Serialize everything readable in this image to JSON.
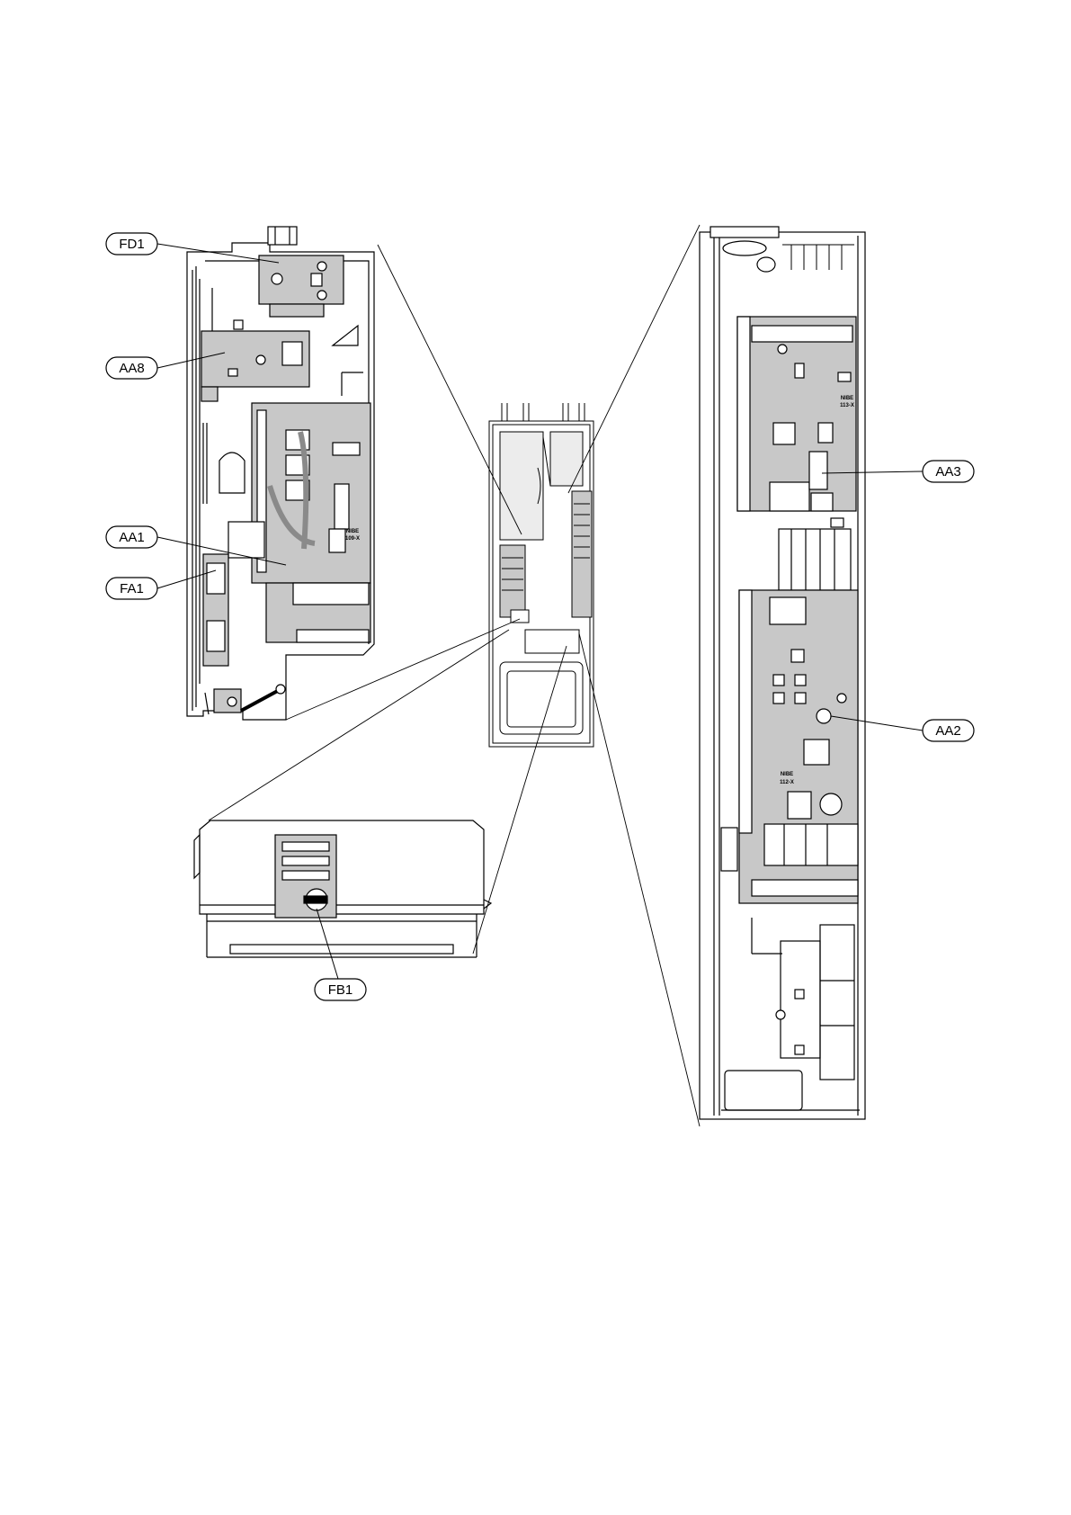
{
  "callouts": {
    "fd1": "FD1",
    "aa8": "AA8",
    "aa1": "AA1",
    "fa1": "FA1",
    "fb1": "FB1",
    "aa3": "AA3",
    "aa2": "AA2"
  },
  "board_labels": {
    "aa1_brand": "NIBE",
    "aa1_model": "109-X",
    "aa3_brand": "NIBE",
    "aa3_model": "113-X",
    "aa2_brand": "NIBE",
    "aa2_model": "112-X"
  },
  "colors": {
    "board": "#c8c8c8",
    "line": "#000000",
    "background": "#ffffff"
  }
}
